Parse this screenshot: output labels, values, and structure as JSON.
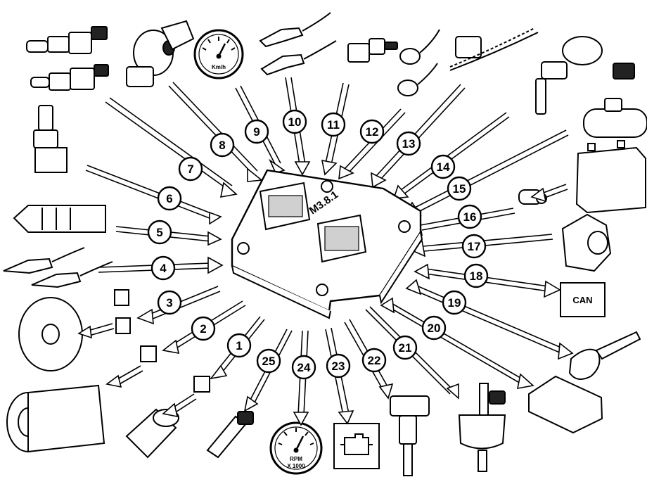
{
  "ecm": {
    "name": "ecm-module",
    "label": "M3.8.1"
  },
  "callouts": [
    {
      "n": "1",
      "dir": "out"
    },
    {
      "n": "2",
      "dir": "out"
    },
    {
      "n": "3",
      "dir": "out"
    },
    {
      "n": "4",
      "dir": "in"
    },
    {
      "n": "5",
      "dir": "in"
    },
    {
      "n": "6",
      "dir": "in"
    },
    {
      "n": "7",
      "dir": "in"
    },
    {
      "n": "8",
      "dir": "in"
    },
    {
      "n": "9",
      "dir": "in"
    },
    {
      "n": "10",
      "dir": "in"
    },
    {
      "n": "11",
      "dir": "in"
    },
    {
      "n": "12",
      "dir": "in"
    },
    {
      "n": "13",
      "dir": "in"
    },
    {
      "n": "14",
      "dir": "in"
    },
    {
      "n": "15",
      "dir": "in"
    },
    {
      "n": "16",
      "dir": "in"
    },
    {
      "n": "17",
      "dir": "in"
    },
    {
      "n": "18",
      "dir": "both"
    },
    {
      "n": "19",
      "dir": "both"
    },
    {
      "n": "20",
      "dir": "both"
    },
    {
      "n": "21",
      "dir": "out"
    },
    {
      "n": "22",
      "dir": "out"
    },
    {
      "n": "23",
      "dir": "out"
    },
    {
      "n": "24",
      "dir": "out"
    },
    {
      "n": "25",
      "dir": "out"
    }
  ],
  "can_box": {
    "label": "CAN"
  },
  "speedometer": {
    "unit": "Km/h"
  },
  "tachometer": {
    "unit": "RPM",
    "scale": "X 1000"
  },
  "colors": {
    "ink": "#000000",
    "paper": "#ffffff",
    "shade": "#d0d0d0"
  }
}
